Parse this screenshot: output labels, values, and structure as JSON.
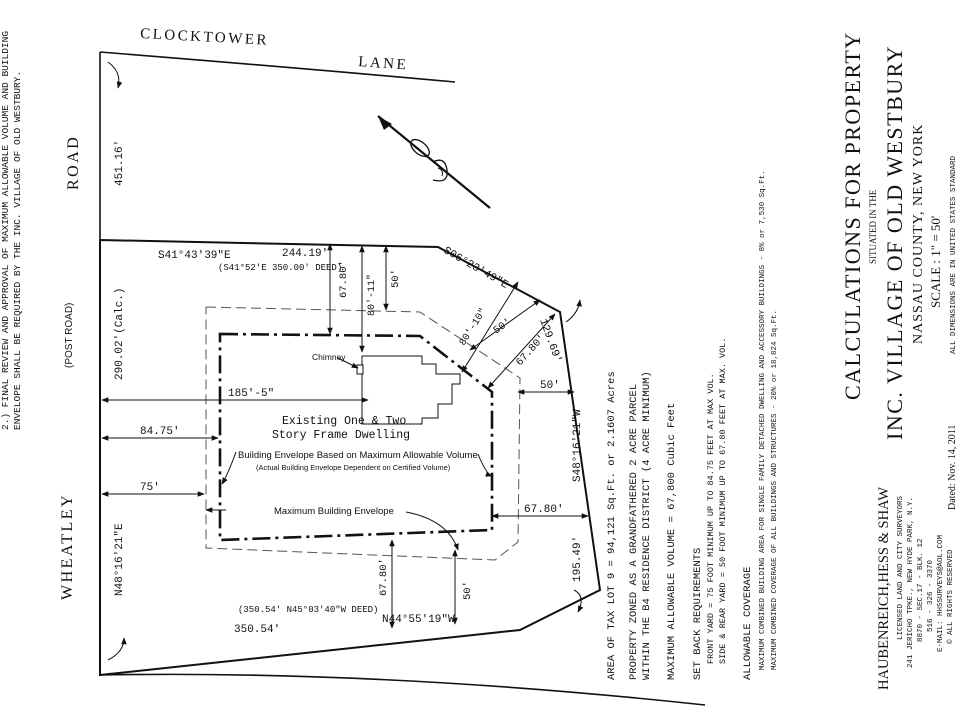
{
  "notes": {
    "note2_line1": "2.) FINAL REVIEW AND APPROVAL OF MAXIMUM ALLOWABLE VOLUME AND BUILDING",
    "note2_line2": "ENVELOPE SHALL BE REQUIRED BY THE INC. VILLAGE OF OLD WESTBURY."
  },
  "roads": {
    "clocktower": "CLOCKTOWER",
    "lane": "LANE",
    "road": "ROAD",
    "wheatley": "WHEATLEY",
    "post_road": "(POST ROAD)"
  },
  "boundary": {
    "west_top": "451.16'",
    "west_calc": "290.02'(Calc.)",
    "west_bearing": "N48°16'21\"E",
    "north_bearing": "S41°43'39\"E",
    "north_length": "244.19'",
    "north_deed": "(S41°52'E 350.00' DEED)",
    "ne_bearing": "S06°23'49\"E",
    "ne_length": "129.69'",
    "east_bearing": "S48°16'21\"W",
    "east_length": "195.49'",
    "south_bearing": "N44°55'19\"W",
    "south_length": "350.54'",
    "south_deed": "(350.54' N45°03'40\"W DEED)"
  },
  "setbacks": {
    "front_84": "84.75'",
    "front_75": "75'",
    "north_6780": "67.80'",
    "north_8011": "80'-11\"",
    "north_50": "50'",
    "ne_8010": "80'-10\"",
    "ne_50": "50'",
    "ne_6780": "67.80'",
    "east_50": "50'",
    "east_6780": "67.80'",
    "south_6780": "67.80'",
    "south_50": "50'",
    "house_width": "185'-5\""
  },
  "labels": {
    "chimney": "Chimney",
    "dwelling_1": "Existing One & Two",
    "dwelling_2": "Story Frame Dwelling",
    "envelope_volume": "Building Envelope Based on Maximum Allowable Volume",
    "envelope_certified": "(Actual Building Envelope Dependent on Certified Volume)",
    "max_envelope": "Maximum Building Envelope"
  },
  "info": {
    "area": "AREA OF TAX LOT 9 = 94,121 Sq.Ft. or 2.1607 Acres",
    "zoned_1": "PROPERTY ZONED AS A GRANDFATHERED 2 ACRE PARCEL",
    "zoned_2": "WITHIN THE B4 RESIDENCE DISTRICT (4 ACRE MINIMUM)",
    "volume": "MAXIMUM ALLOWABLE VOLUME = 67,800 Cubic Feet",
    "setback_title": "SET BACK REQUIREMENTS",
    "setback_front": "FRONT YARD = 75 FOOT MINIMUM UP TO 84.75 FEET AT MAX VOL.",
    "setback_side": "SIDE & REAR YARD = 50 FOOT MINIMUM UP TO 67.80 FEET AT MAX. VOL.",
    "coverage_title": "ALLOWABLE COVERAGE",
    "coverage_1": "MAXIMUM COMBINED BUILDING AREA FOR SINGLE FAMILY DETACHED DWELLING AND ACCESSORY BUILDINGS - 8% or 7,530 Sq.Ft.",
    "coverage_2": "MAXIMUM COMBINED COVERAGE OF ALL BUILDINGS AND STRUCTURES - 20% or 18,824 Sq.Ft."
  },
  "surveyor": {
    "name": "HAUBENREICH,HESS & SHAW",
    "licensed": "LICENSED LAND AND CITY SURVEYORS",
    "address": "241 JERICHO TPKE., NEW HYDE PARK, N.Y.",
    "lot": "8870 - SEC.17 - BLK. 12",
    "phone": "516 - 326 - 3370",
    "email": "E-MAIL: HHSSURVEYS@AOL.COM",
    "rights": "© ALL RIGHTS RESERVED"
  },
  "title": {
    "line1": "CALCULATIONS FOR PROPERTY",
    "line2": "SITUATED IN THE",
    "line3": "INC. VILLAGE OF OLD WESTBURY",
    "line4": "NASSAU COUNTY, NEW YORK",
    "scale": "SCALE : 1\" = 50'",
    "dated": "Dated: Nov. 14, 2011",
    "dimensions": "ALL DIMENSIONS ARE IN UNITED STATES STANDARD"
  }
}
